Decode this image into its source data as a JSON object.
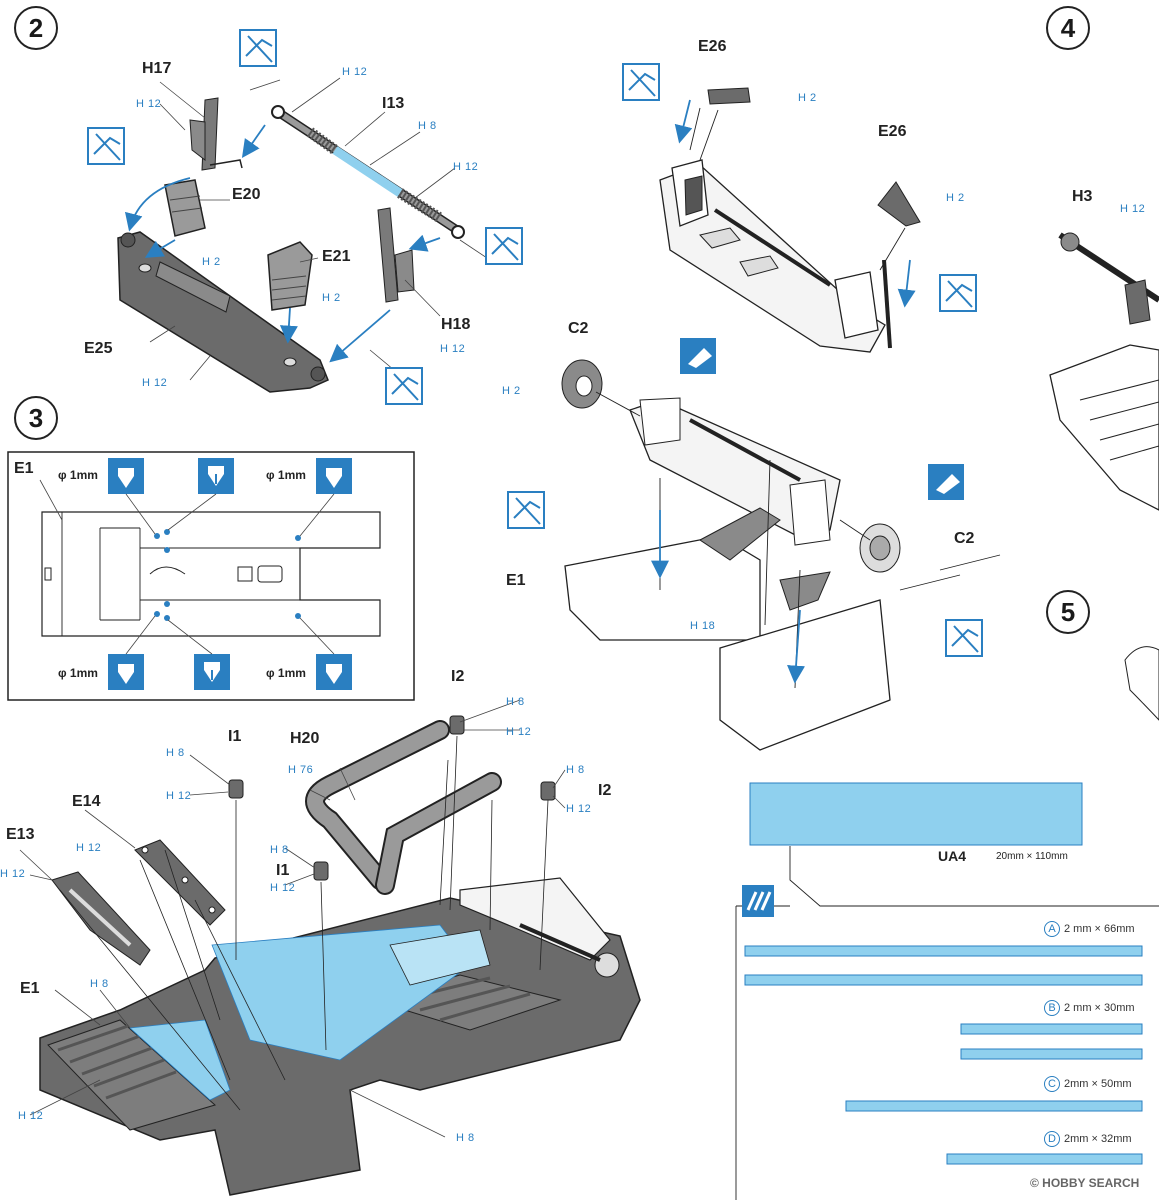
{
  "steps": {
    "s2": "2",
    "s3": "3",
    "s4": "4",
    "s5": "5"
  },
  "parts": {
    "H17": "H17",
    "E20": "E20",
    "E21": "E21",
    "E25": "E25",
    "I13": "I13",
    "H18": "H18",
    "E26a": "E26",
    "E26b": "E26",
    "C2a": "C2",
    "C2b": "C2",
    "E1a": "E1",
    "H3": "H3",
    "E1_box": "E1",
    "I2a": "I2",
    "I2b": "I2",
    "I1a": "I1",
    "I1b": "I1",
    "H20": "H20",
    "E14": "E14",
    "E13": "E13",
    "E1b": "E1"
  },
  "hrefs": {
    "h12": "H 12",
    "h8": "H 8",
    "h2": "H 2",
    "h18": "H 18",
    "h76": "H 76"
  },
  "drill": {
    "d1": "φ 1mm",
    "d2": "φ 1mm",
    "d3": "φ 1mm",
    "d4": "φ 1mm"
  },
  "decal_sheet": {
    "name": "UA4",
    "size": "20mm × 110mm",
    "strips": [
      {
        "letter": "A",
        "size": "2 mm × 66mm"
      },
      {
        "letter": "B",
        "size": "2 mm × 30mm"
      },
      {
        "letter": "C",
        "size": "2mm × 50mm"
      },
      {
        "letter": "D",
        "size": "2mm × 32mm"
      }
    ]
  },
  "watermark": "© HOBBY SEARCH",
  "colors": {
    "accent_blue": "#2a7fc1",
    "decal_blue": "#8fd0ee",
    "part_gray": "#6b6b6b",
    "ink": "#222222"
  }
}
